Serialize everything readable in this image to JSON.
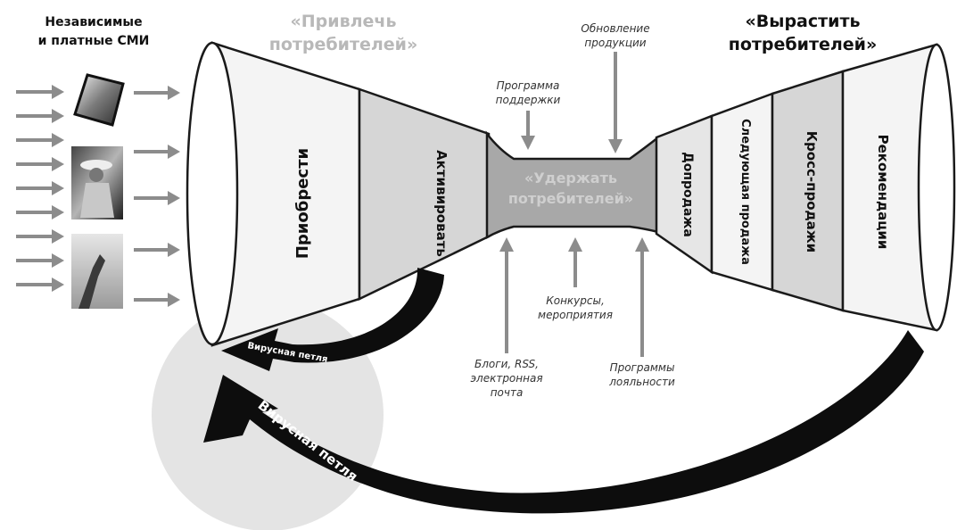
{
  "media": {
    "title_line1": "Независимые",
    "title_line2": "и платные СМИ",
    "photo_icons": [
      "tablet-photo-icon",
      "cowboy-photo-icon",
      "gesture-photo-icon"
    ]
  },
  "stages": {
    "attract_line1": "«Привлечь",
    "attract_line2": "потребителей»",
    "retain_line1": "«Удержать",
    "retain_line2": "потребителей»",
    "grow_line1": "«Вырастить",
    "grow_line2": "потребителей»"
  },
  "left_funnel": {
    "segments": [
      "Приобрести",
      "Активировать"
    ]
  },
  "right_funnel": {
    "segments": [
      "Допродажа",
      "Следующая продажа",
      "Кросс-продажи",
      "Рекомендации"
    ]
  },
  "inputs": {
    "product_update_line1": "Обновление",
    "product_update_line2": "продукции",
    "support_line1": "Программа",
    "support_line2": "поддержки",
    "contests_line1": "Конкурсы,",
    "contests_line2": "мероприятия",
    "blogs_line1": "Блоги, RSS,",
    "blogs_line2": "электронная",
    "blogs_line3": "почта",
    "loyalty_line1": "Программы",
    "loyalty_line2": "лояльности"
  },
  "loops": {
    "viral_small": "Вирусная петля",
    "viral_large": "Вирусная петля"
  },
  "colors": {
    "funnel_light": "#f4f4f4",
    "funnel_mid": "#d6d6d6",
    "funnel_dark": "#a8a8a8",
    "arrow_gray": "#8c8c8c",
    "loop_black": "#0d0d0d",
    "circle_gray": "#e4e4e4"
  }
}
